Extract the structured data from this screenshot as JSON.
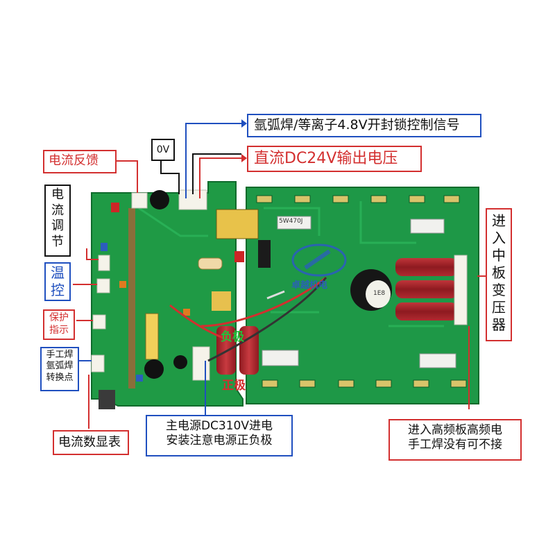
{
  "labels": {
    "argon_plasma_signal": "氩弧焊/等离子4.8V开封锁控制信号",
    "zero_v": "0V",
    "dc24_output": "直流DC24V输出电压",
    "current_feedback": "电流反馈",
    "current_adjust": "电\n流\n调\n节",
    "temp_control": "温\n控",
    "protect_indicator": "保护\n指示",
    "mode_switch": "手工焊\n氩弧焊\n转换点",
    "current_meter": "电流数显表",
    "main_power": "主电源DC310V进电\n安装注意电源正负极",
    "hf_board": "进入高频板高频电\n手工焊没有可不接",
    "mid_transformer": "进\n入\n中\n板\n变\n压\n器",
    "negative_pole": "负极",
    "positive_pole": "正极",
    "watermark_brand": "卓越机电",
    "resistor_marking": "5W470J",
    "cap_marking": "1E8"
  },
  "colors": {
    "pcb_green": "#1f9a45",
    "annotation_red": "#d32f2f",
    "annotation_blue": "#1f4fbf",
    "capacitor_red": "#a61e24"
  }
}
